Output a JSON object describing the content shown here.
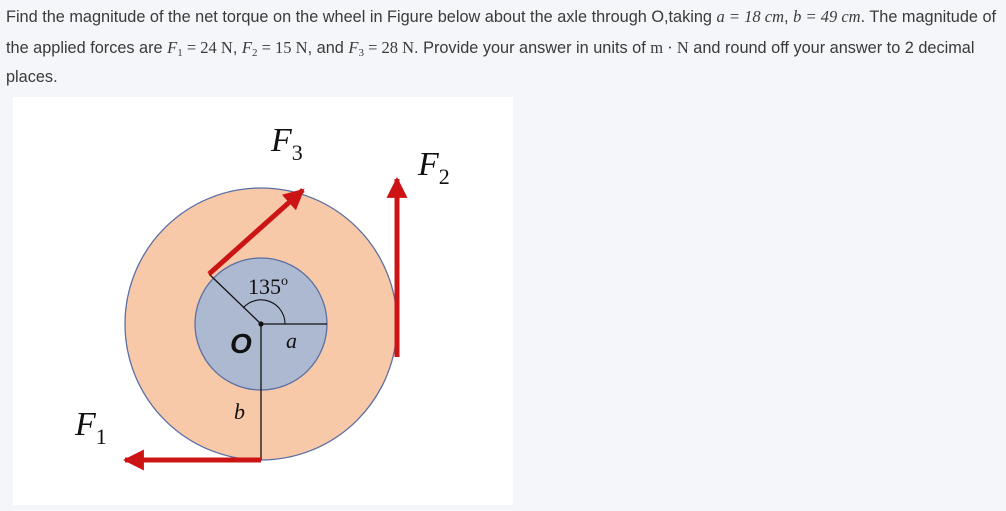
{
  "question": {
    "p1": "Find the magnitude of the net torque on the wheel in Figure below about the axle through O,taking",
    "a_expr": "a = 18 cm",
    "sep1": ", ",
    "b_expr": "b = 49 cm",
    "p2": ". The magnitude of the applied forces are",
    "f1_sym": "F",
    "f1_sub": "1",
    "f1_val": " = 24 N",
    "f2_sym": "F",
    "f2_sub": "2",
    "f2_val": " = 15 N",
    "p3": ", and",
    "f3_sym": "F",
    "f3_sub": "3",
    "f3_val": " = 28 N",
    "p4": ". Provide your answer in units of",
    "unit": "m · N",
    "p5": "and round off your answer to 2 decimal places."
  },
  "figure": {
    "label_f1": "F",
    "label_f1_sub": "1",
    "label_f2": "F",
    "label_f2_sub": "2",
    "label_f3": "F",
    "label_f3_sub": "3",
    "angle_label": "135",
    "angle_unit": "o",
    "origin_label": "O",
    "a_label": "a",
    "b_label": "b",
    "colors": {
      "outer_wheel": "#f8c9a8",
      "inner_axle": "#adb9d1",
      "rim_stroke": "#5a6fa3",
      "force_arrow": "#cc1414"
    }
  }
}
